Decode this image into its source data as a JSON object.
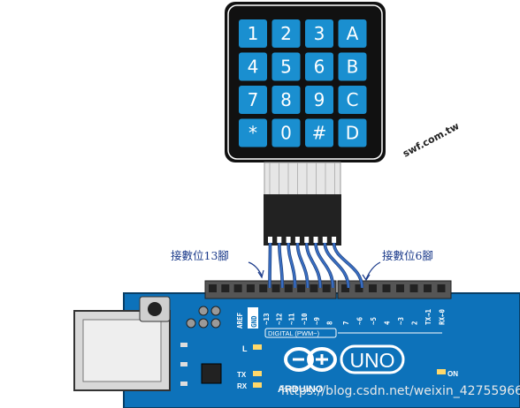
{
  "keypad": {
    "rows": [
      [
        "1",
        "2",
        "3",
        "A"
      ],
      [
        "4",
        "5",
        "6",
        "B"
      ],
      [
        "7",
        "8",
        "9",
        "C"
      ],
      [
        "*",
        "0",
        "#",
        "D"
      ]
    ],
    "key_color": "#1a8fd0",
    "frame_color": "#111111"
  },
  "site_logo": "swf.com.tw",
  "annotations": {
    "left": "接數位13腳",
    "right": "接數位6腳"
  },
  "board": {
    "name": "ARDUINO",
    "model": "UNO",
    "digital_label": "DIGITAL (PWM~)",
    "aref": "AREF",
    "gnd": "GND",
    "pins_left": [
      "~13",
      "~12",
      "~11",
      "~10",
      "~9",
      "8"
    ],
    "pins_right": [
      "7",
      "~6",
      "~5",
      "4",
      "~3",
      "2",
      "TX→1",
      "RX←0"
    ],
    "tx": "TX",
    "rx": "RX",
    "l": "L",
    "on": "ON",
    "board_color": "#0d72ba"
  },
  "wire_colors": [
    "#3a6fc4",
    "#3a6fc4",
    "#3a6fc4",
    "#3a6fc4",
    "#3a6fc4",
    "#3a6fc4",
    "#3a6fc4",
    "#3a6fc4"
  ],
  "watermark": "https://blog.csdn.net/weixin_42755966"
}
